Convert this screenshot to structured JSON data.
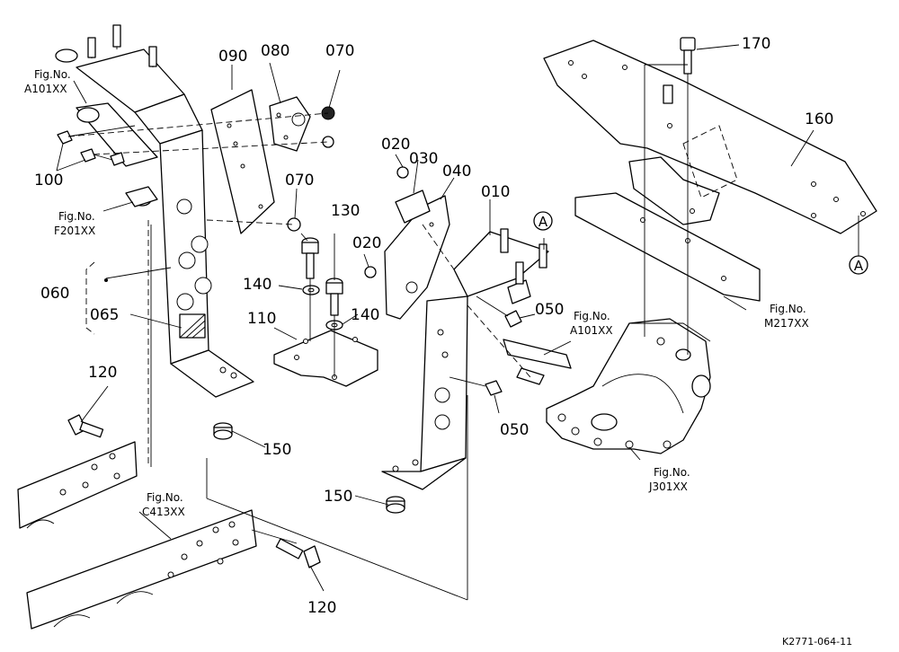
{
  "parts": {
    "p090": "090",
    "p080": "080",
    "p070a": "070",
    "p070b": "070",
    "p100": "100",
    "p060": "060",
    "p065": "065",
    "p120a": "120",
    "p120b": "120",
    "p150a": "150",
    "p150b": "150",
    "p130": "130",
    "p140a": "140",
    "p140b": "140",
    "p110": "110",
    "p020a": "020",
    "p020b": "020",
    "p030": "030",
    "p040": "040",
    "p010": "010",
    "p050a": "050",
    "p050b": "050",
    "p170": "170",
    "p160": "160"
  },
  "figrefs": {
    "a101_top": {
      "line1": "Fig.No.",
      "line2": "A101XX"
    },
    "f201": {
      "line1": "Fig.No.",
      "line2": "F201XX"
    },
    "c413": {
      "line1": "Fig.No.",
      "line2": "C413XX"
    },
    "a101_mid": {
      "line1": "Fig.No.",
      "line2": "A101XX"
    },
    "m217": {
      "line1": "Fig.No.",
      "line2": "M217XX"
    },
    "j301": {
      "line1": "Fig.No.",
      "line2": "J301XX"
    }
  },
  "markers": {
    "a_mid": "A",
    "a_right": "A"
  },
  "drawing_code": "K2771-064-11"
}
